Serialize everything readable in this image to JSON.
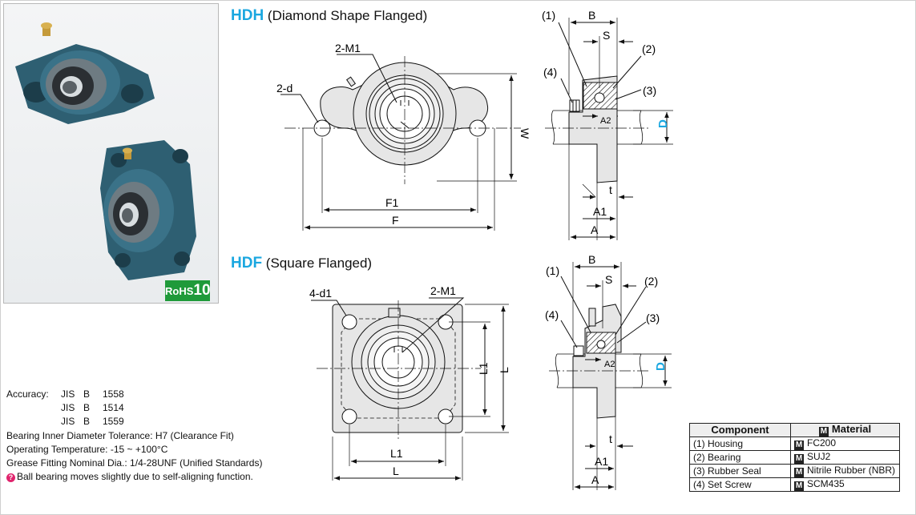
{
  "rohs_badge": {
    "prefix": "RoHS",
    "number": "10"
  },
  "hdh": {
    "code": "HDH",
    "name": "(Diamond Shape Flanged)",
    "front_labels": {
      "holes": "2-d",
      "set_screws": "2-M1",
      "width": "W",
      "pitch": "F1",
      "length": "F"
    },
    "side_labels": {
      "b": "B",
      "s": "S",
      "a2": "A2",
      "t": "t",
      "a1": "A1",
      "a": "A",
      "d": "D",
      "p1": "(1)",
      "p2": "(2)",
      "p3": "(3)",
      "p4": "(4)"
    }
  },
  "hdf": {
    "code": "HDF",
    "name": "(Square Flanged)",
    "front_labels": {
      "holes": "4-d1",
      "set_screws": "2-M1",
      "l1_vertical": "L1",
      "l_vertical": "L",
      "l1_horizontal": "L1",
      "l_horizontal": "L"
    },
    "side_labels": {
      "b": "B",
      "s": "S",
      "a2": "A2",
      "t": "t",
      "a1": "A1",
      "a": "A",
      "d": "D",
      "p1": "(1)",
      "p2": "(2)",
      "p3": "(3)",
      "p4": "(4)"
    }
  },
  "specs": {
    "accuracy_label": "Accuracy:",
    "standards": [
      {
        "org": "JIS",
        "mid": "B",
        "num": "1558"
      },
      {
        "org": "JIS",
        "mid": "B",
        "num": "1514"
      },
      {
        "org": "JIS",
        "mid": "B",
        "num": "1559"
      }
    ],
    "tolerance": "Bearing Inner Diameter Tolerance: H7 (Clearance Fit)",
    "temperature": "Operating Temperature: -15 ~ +100°C",
    "grease": "Grease Fitting Nominal Dia.: 1/4-28UNF (Unified Standards)",
    "note": "Ball bearing moves slightly due to self-aligning function."
  },
  "materials": {
    "header_component": "Component",
    "header_material": "Material",
    "rows": [
      {
        "component": "(1) Housing",
        "material": "FC200"
      },
      {
        "component": "(2) Bearing",
        "material": "SUJ2"
      },
      {
        "component": "(3) Rubber Seal",
        "material": "Nitrile Rubber (NBR)"
      },
      {
        "component": "(4) Set Screw",
        "material": "SCM435"
      }
    ]
  },
  "colors": {
    "accent": "#1aa7e0",
    "rohs": "#1f9a3a",
    "housing": "#2e5f72",
    "part_fill": "#e6e6e6"
  }
}
